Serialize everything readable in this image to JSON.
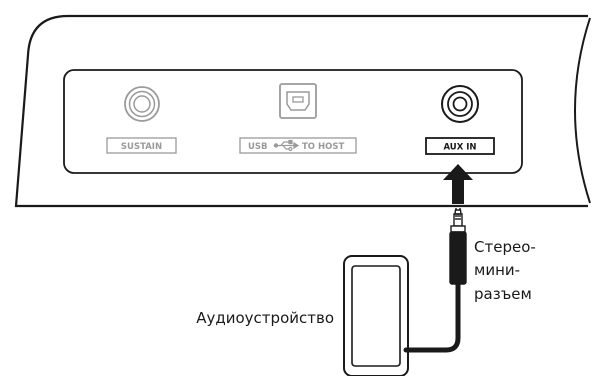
{
  "panel": {
    "jacks": [
      {
        "id": "sustain",
        "label": "SUSTAIN",
        "active": false
      },
      {
        "id": "usb",
        "label_prefix": "USB",
        "label_suffix": "TO HOST",
        "icon": "usb-icon",
        "active": false
      },
      {
        "id": "aux",
        "label": "AUX IN",
        "active": true
      }
    ]
  },
  "callouts": {
    "plug_line1": "Стерео-",
    "plug_line2": "мини-",
    "plug_line3": "разъем",
    "device": "Аудиоустройство"
  },
  "colors": {
    "stroke": "#1a1a1a",
    "inactive": "#9a9a9a",
    "background": "#ffffff"
  }
}
